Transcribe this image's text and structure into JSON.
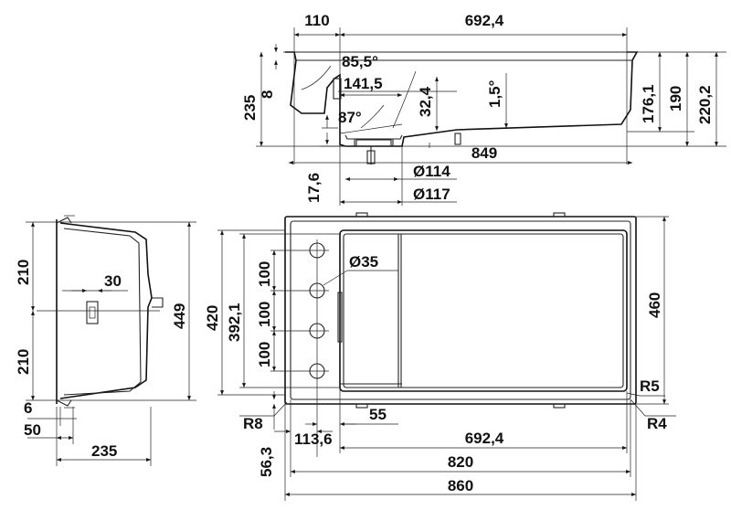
{
  "top_view_dims": {
    "d110": "110",
    "d692_top": "692,4",
    "angle_85": "85,5°",
    "d141": "141,5",
    "angle_87": "87°",
    "d32": "32,4",
    "angle_1_5": "1,5°",
    "d176": "176,1",
    "d190": "190",
    "d220": "220,2",
    "d235": "235",
    "d8": "8",
    "d849": "849",
    "d17_6": "17,6",
    "d114": "Ø114",
    "d117": "Ø117"
  },
  "side_view_dims": {
    "d210_top": "210",
    "d210_bot": "210",
    "d30": "30",
    "d449": "449",
    "d6": "6",
    "d50": "50",
    "d235": "235"
  },
  "plan_view_dims": {
    "d420": "420",
    "d392": "392,1",
    "d100_a": "100",
    "d100_b": "100",
    "d100_c": "100",
    "d35": "Ø35",
    "d460": "460",
    "r5": "R5",
    "r8": "R8",
    "r4": "R4",
    "d55": "55",
    "d113": "113,6",
    "d692_bot": "692,4",
    "d820": "820",
    "d56": "56,3",
    "d860": "860"
  }
}
